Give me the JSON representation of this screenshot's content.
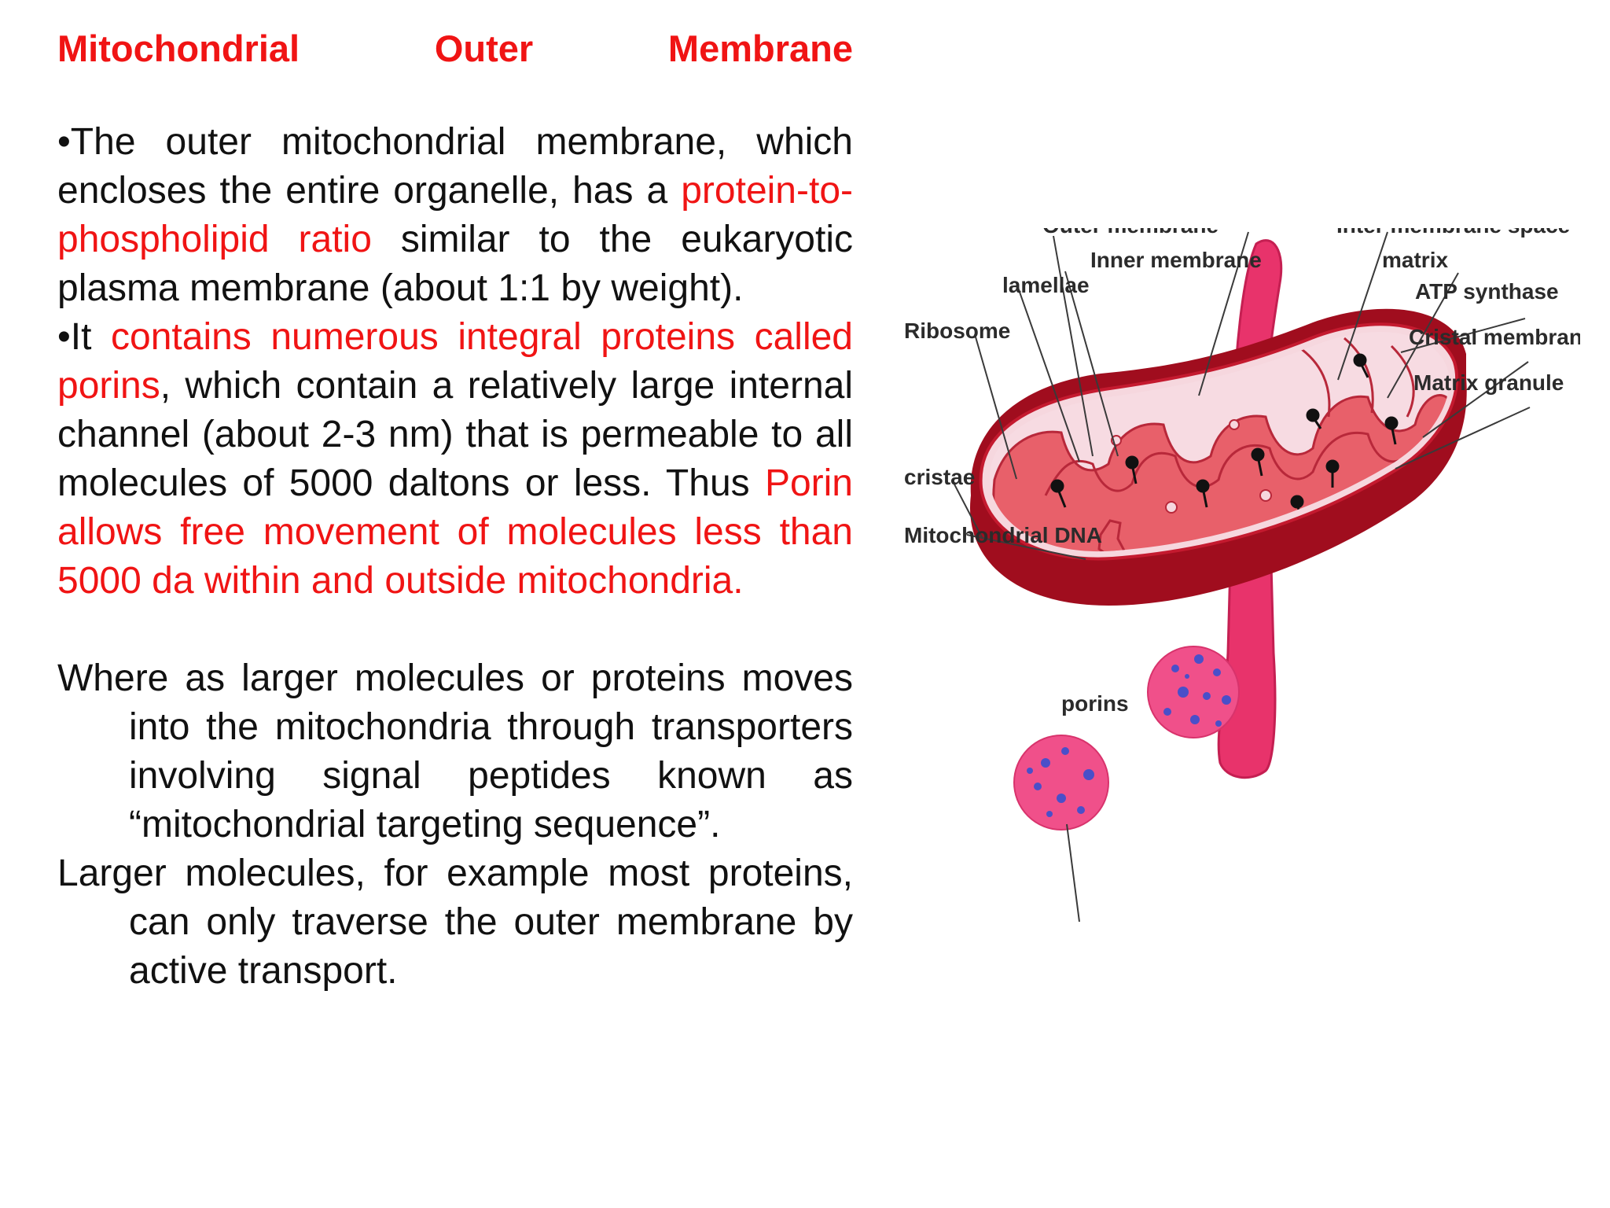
{
  "title": {
    "word1": "Mitochondrial",
    "word2": "Outer",
    "word3": "Membrane"
  },
  "bullet1": {
    "a": "•The outer mitochondrial membrane, which encloses the entire organelle, has a ",
    "b": "protein-to-phospholipid ratio",
    "c": " similar to the eukaryotic plasma membrane (about 1:1 by weight)."
  },
  "bullet2": {
    "a": "•It ",
    "b": "contains numerous integral proteins called porins",
    "c": ", which contain a relatively large internal channel (about 2-3 nm) that is permeable to all molecules of 5000 daltons or less. Thus ",
    "d": "Porin allows free movement of molecules less than 5000 da within and outside mitochondria."
  },
  "para1": "Where as larger molecules or proteins moves into the mitochondria through transporters involving signal peptides known as “mitochondrial targeting sequence”.",
  "para2": "Larger molecules, for example most proteins, can only traverse the outer membrane by active transport.",
  "diagram": {
    "labels": {
      "outer_membrane": "Outer membrane",
      "inner_membrane": "Inner membrane",
      "inter_membrane_space": "Inter membrane space",
      "matrix": "matrix",
      "lamellae": "lamellae",
      "ribosome": "Ribosome",
      "atp_synthase": "ATP synthase",
      "cristal_membrane": "Cristal membrane",
      "matrix_granule": "Matrix granule",
      "cristae": "cristae",
      "mitochondrial_dna": "Mitochondrial DNA",
      "porins": "porins"
    },
    "colors": {
      "outer_wall": "#a00d1e",
      "inter_space": "#f6d7de",
      "cristae": "#e8606a",
      "strand": "#e8336b",
      "porin_disc": "#f0508a",
      "porin_dots": "#4a4fc9"
    }
  }
}
